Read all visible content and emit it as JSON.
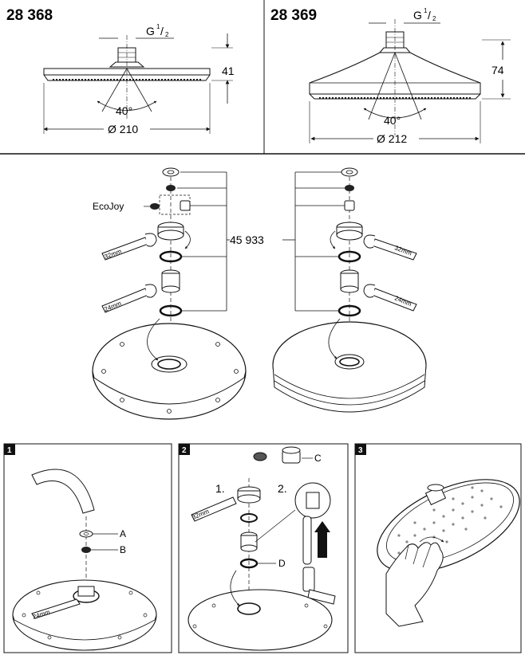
{
  "top_left": {
    "model": "28 368",
    "thread_g": "G",
    "thread_frac_num": "1",
    "thread_frac_den": "2",
    "height": "41",
    "angle": "40°",
    "diameter": "Ø 210"
  },
  "top_right": {
    "model": "28 369",
    "thread_g": "G",
    "thread_frac_num": "1",
    "thread_frac_den": "2",
    "height": "74",
    "angle": "40°",
    "diameter": "Ø 212"
  },
  "exploded": {
    "ecojoy": "EcoJoy",
    "part_number": "45 933",
    "wrench_left_top": "32mm",
    "wrench_left_bottom": "24mm",
    "wrench_right_top": "32mm",
    "wrench_right_bottom": "24mm"
  },
  "steps": [
    {
      "number": "1",
      "label_a": "A",
      "label_b": "B",
      "wrench": "24mm"
    },
    {
      "number": "2",
      "label_c": "C",
      "label_d": "D",
      "sub1": "1.",
      "sub2": "2.",
      "wrench": "32mm"
    },
    {
      "number": "3"
    }
  ]
}
